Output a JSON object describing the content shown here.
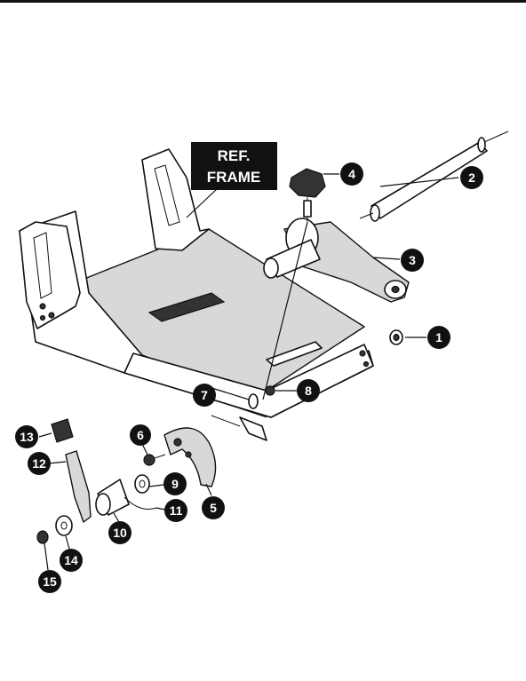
{
  "ref_label": {
    "line1": "REF.",
    "line2": "FRAME"
  },
  "callouts": {
    "c1": "1",
    "c2": "2",
    "c3": "3",
    "c4": "4",
    "c5": "5",
    "c6": "6",
    "c7": "7",
    "c8": "8",
    "c9": "9",
    "c10": "10",
    "c11": "11",
    "c12": "12",
    "c13": "13",
    "c14": "14",
    "c15": "15"
  }
}
